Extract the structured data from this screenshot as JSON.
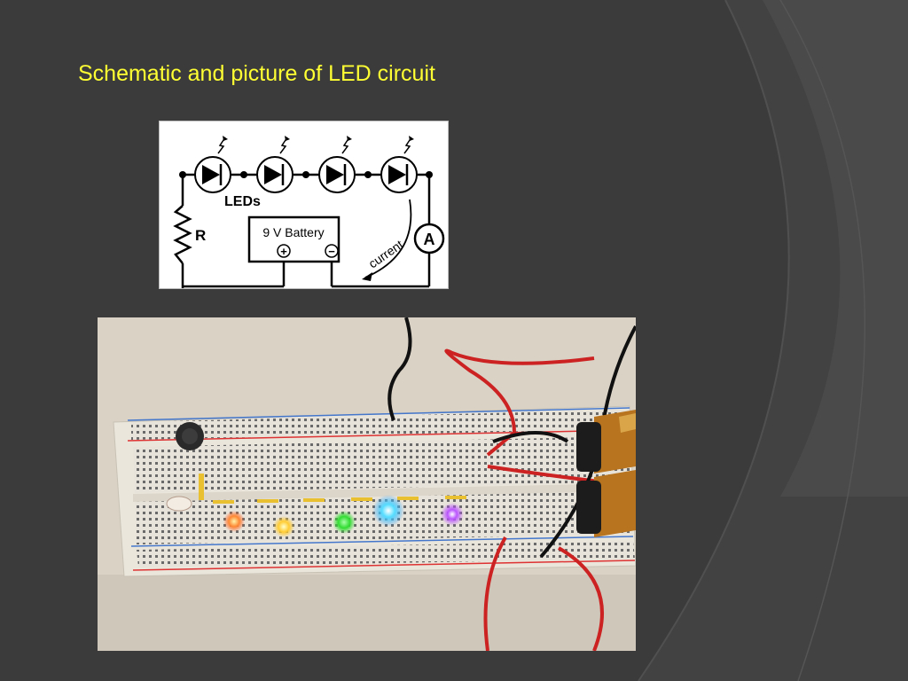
{
  "slide": {
    "title": "Schematic and picture of LED circuit",
    "title_color": "#ffff33",
    "background_color": "#3b3b3b"
  },
  "schematic": {
    "leds_label": "LEDs",
    "resistor_label": "R",
    "battery_label": "9 V Battery",
    "battery_plus": "+",
    "battery_minus": "−",
    "current_label": "current",
    "ammeter_label": "A"
  },
  "photo": {
    "led_colors": [
      "#ff6633",
      "#ffcc33",
      "#33dd33",
      "#33ccff",
      "#bb55ff"
    ]
  }
}
